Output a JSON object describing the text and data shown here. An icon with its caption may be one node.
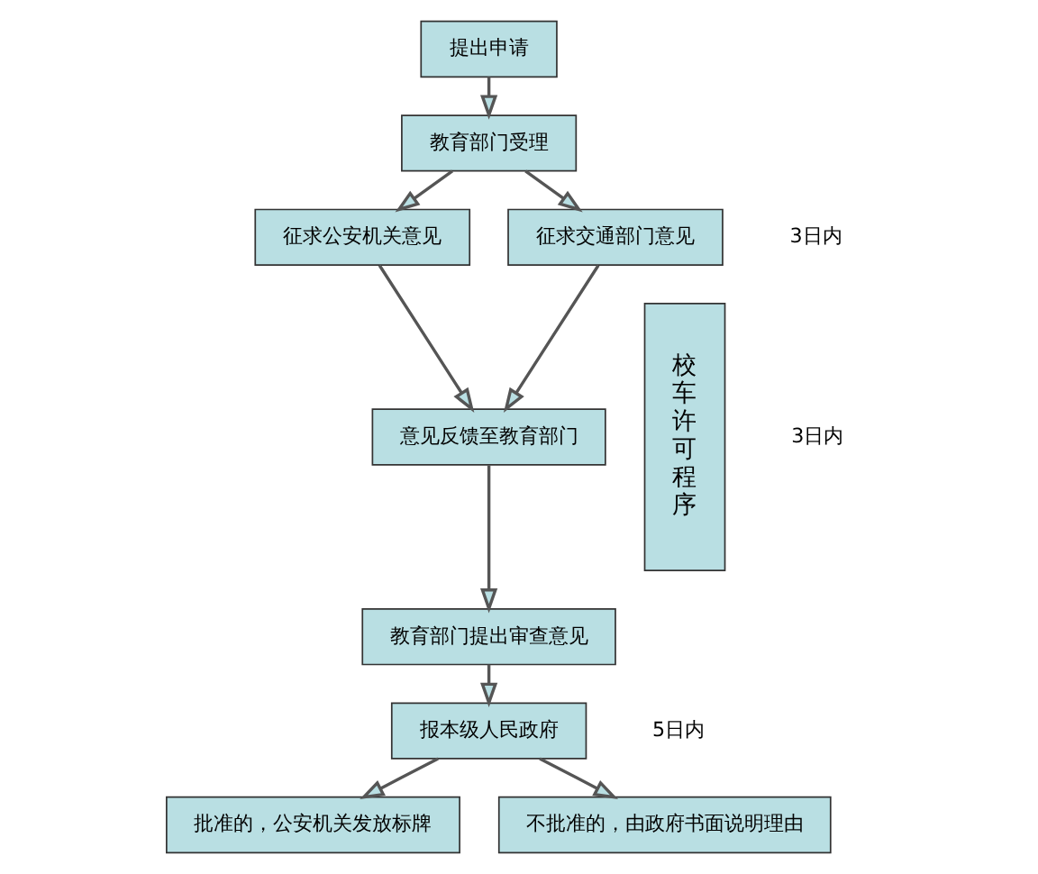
{
  "diagram": {
    "nodes": [
      {
        "text": [
          "提出申请"
        ]
      },
      {
        "text": [
          "教育部门受理"
        ]
      },
      {
        "text": [
          "征求公安机关意见"
        ]
      },
      {
        "text": [
          "征求交通部门意见"
        ]
      },
      {
        "text": [
          "意见反馈至教育部门"
        ]
      },
      {
        "text": [
          "教育部门提出审查意见"
        ]
      },
      {
        "text": [
          "报本级人民政府"
        ]
      },
      {
        "text": [
          "批准的，公安机关发放标牌"
        ]
      },
      {
        "text": [
          "不批准的，由政府书面说明理由"
        ]
      },
      {
        "text": [
          "校车许可程序"
        ]
      }
    ],
    "edges": [
      {
        "from": 0,
        "to": 1,
        "arrow": "to"
      },
      {
        "from": 1,
        "to": 2,
        "arrow": "to"
      },
      {
        "from": 1,
        "to": 3,
        "arrow": "to"
      },
      {
        "from": 2,
        "to": 4,
        "arrow": "to"
      },
      {
        "from": 3,
        "to": 4,
        "arrow": "to"
      },
      {
        "from": 4,
        "to": 5,
        "arrow": "to"
      },
      {
        "from": 5,
        "to": 6,
        "arrow": "to"
      },
      {
        "from": 6,
        "to": 7,
        "arrow": "to"
      },
      {
        "from": 6,
        "to": 8,
        "arrow": "to"
      }
    ],
    "labels": [
      "3日内",
      "3日内",
      "5日内"
    ]
  }
}
